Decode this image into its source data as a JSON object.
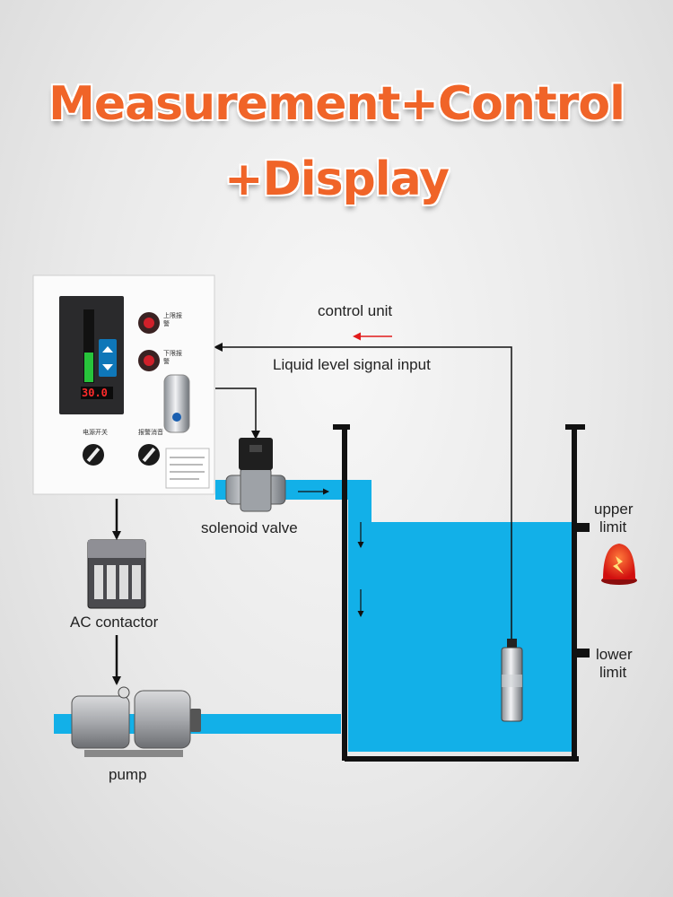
{
  "title": {
    "line1": "Measurement+Control",
    "line2": "+Display"
  },
  "labels": {
    "control_unit": "control unit",
    "signal_input": "Liquid level signal input",
    "solenoid_valve": "solenoid valve",
    "ac_contactor": "AC contactor",
    "pump": "pump",
    "upper_limit": [
      "upper",
      "limit"
    ],
    "lower_limit": [
      "lower",
      "limit"
    ]
  },
  "panel": {
    "display_value": "30.0",
    "label_upper_alarm": "上限报警",
    "label_lower_alarm": "下限报警",
    "label_power": "电源开关",
    "label_mute": "报警消音"
  },
  "colors": {
    "title": "#f06428",
    "water": "#12b0e8",
    "arrow_red": "#e21b1b",
    "line": "#111111"
  }
}
